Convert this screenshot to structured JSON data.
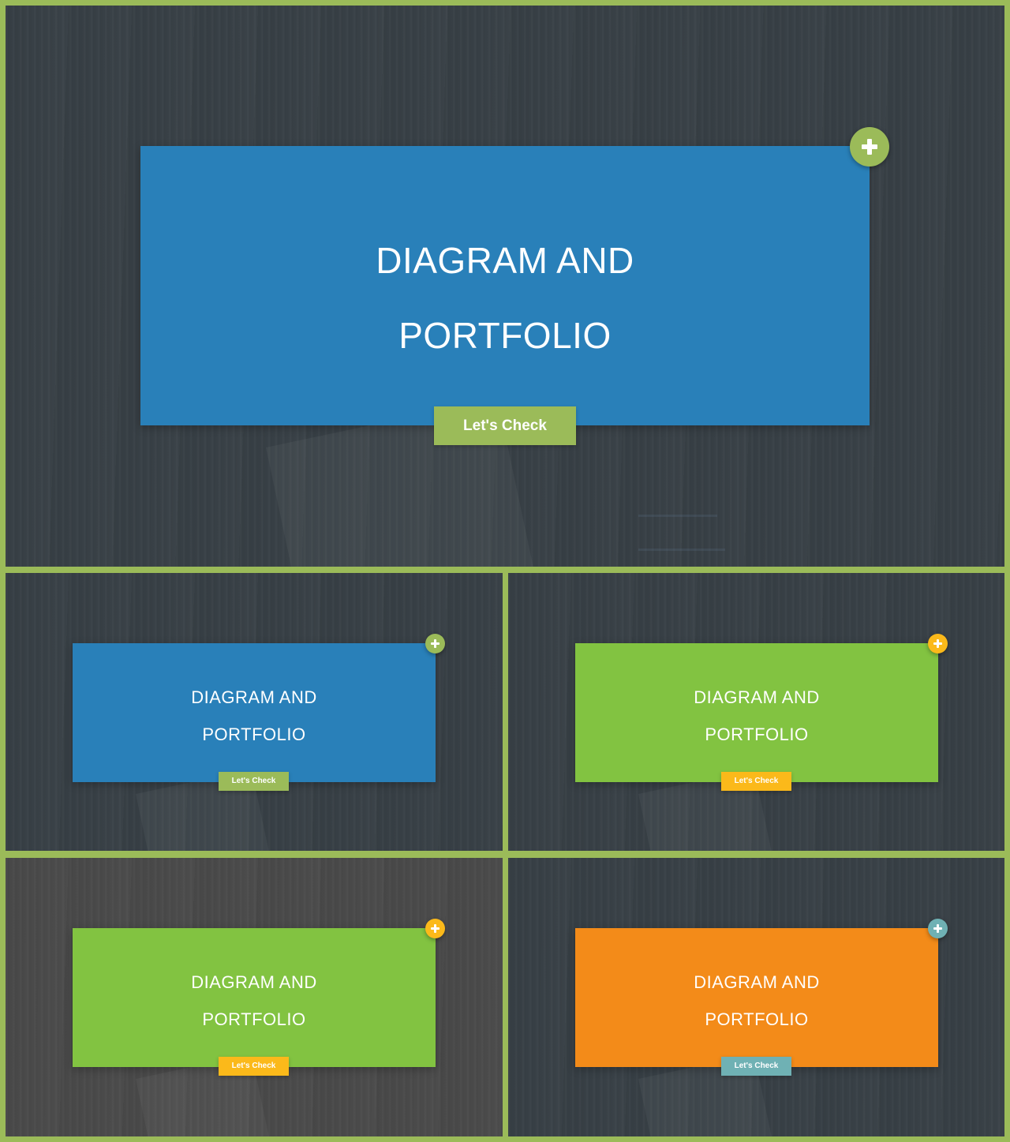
{
  "slides": [
    {
      "id": "main",
      "title_line1": "DIAGRAM AND",
      "title_line2": "PORTFOLIO",
      "button_label": "Let's Check",
      "colors": {
        "background": "#384046",
        "card": "#2980b9",
        "button": "#9bbb59",
        "plus": "#9bbb59"
      },
      "plus_icon": "plus-icon"
    },
    {
      "id": "variant-blue",
      "title_line1": "DIAGRAM AND",
      "title_line2": "PORTFOLIO",
      "button_label": "Let's Check",
      "colors": {
        "background": "#384046",
        "card": "#2980b9",
        "button": "#9bbb59",
        "plus": "#9bbb59"
      },
      "plus_icon": "plus-icon"
    },
    {
      "id": "variant-green",
      "title_line1": "DIAGRAM AND",
      "title_line2": "PORTFOLIO",
      "button_label": "Let's Check",
      "colors": {
        "background": "#384046",
        "card": "#82c341",
        "button": "#fbb91a",
        "plus": "#fbb91a"
      },
      "plus_icon": "plus-icon"
    },
    {
      "id": "variant-green-dark",
      "title_line1": "DIAGRAM AND",
      "title_line2": "PORTFOLIO",
      "button_label": "Let's Check",
      "colors": {
        "background": "#4a4a4a",
        "card": "#82c341",
        "button": "#fbb91a",
        "plus": "#fbb91a"
      },
      "plus_icon": "plus-icon"
    },
    {
      "id": "variant-orange",
      "title_line1": "DIAGRAM AND",
      "title_line2": "PORTFOLIO",
      "button_label": "Let's Check",
      "colors": {
        "background": "#384046",
        "card": "#f38b19",
        "button": "#6fb1b4",
        "plus": "#6fb1b4"
      },
      "plus_icon": "plus-icon"
    }
  ],
  "frame_color": "#9bbb59"
}
